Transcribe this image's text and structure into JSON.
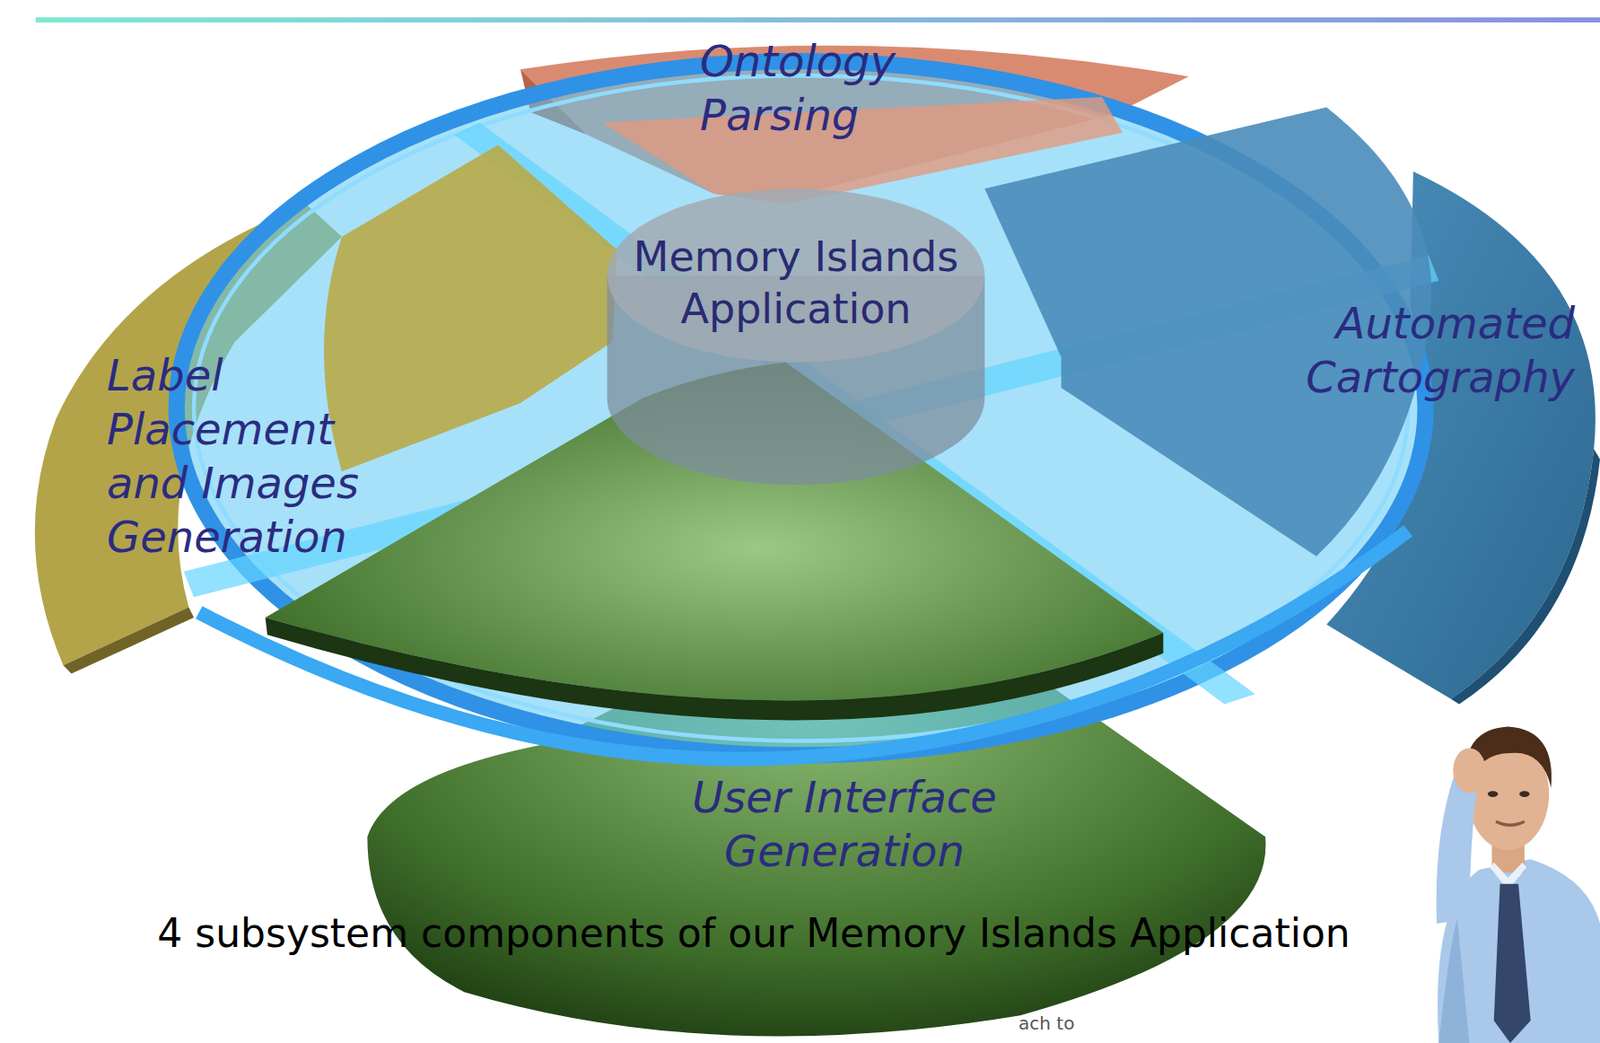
{
  "diagram": {
    "caption": "4 subsystem components of our Memory Islands Application",
    "nodes": [
      {
        "text": [
          "Ontology Parsing"
        ]
      },
      {
        "text": [
          "Memory Islands Application"
        ]
      },
      {
        "text": [
          "Automated Cartography"
        ]
      },
      {
        "text": [
          "Label Placement and Images Generation"
        ]
      },
      {
        "text": [
          "User Interface Generation"
        ]
      }
    ],
    "edges": [],
    "labels": [
      "ach to"
    ]
  }
}
